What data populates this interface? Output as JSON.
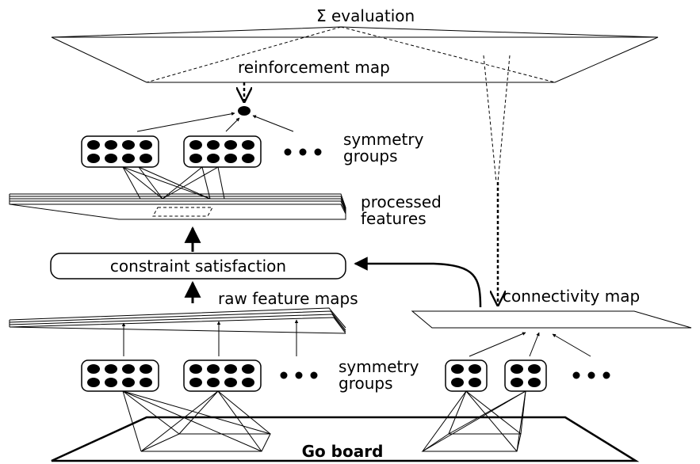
{
  "labels": {
    "evaluation": "Σ evaluation",
    "reinforcement_map": "reinforcement map",
    "symmetry_groups_top_1": "symmetry",
    "symmetry_groups_top_2": "groups",
    "processed_features_1": "processed",
    "processed_features_2": "features",
    "constraint_satisfaction": "constraint satisfaction",
    "raw_feature_maps": "raw feature maps",
    "connectivity_map": "connectivity map",
    "symmetry_groups_bottom_1": "symmetry",
    "symmetry_groups_bottom_2": "groups",
    "go_board": "Go board"
  }
}
